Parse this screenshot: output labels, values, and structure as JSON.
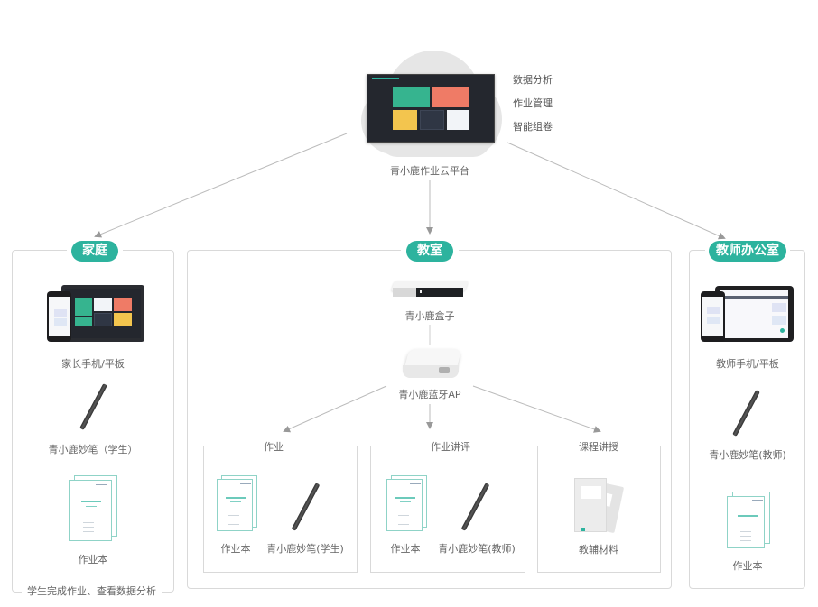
{
  "cloud": {
    "title": "青小鹿作业云平台",
    "features": [
      "数据分析",
      "作业管理",
      "智能组卷"
    ]
  },
  "colors": {
    "accent": "#2db39e",
    "tile_green": "#36b48f",
    "tile_red": "#ef7b66",
    "tile_yellow": "#f3c54e",
    "tile_dark": "#2f3644",
    "tile_white": "#f2f4f8",
    "border": "#d9d9d9",
    "arrow": "#999999"
  },
  "home": {
    "badge": "家庭",
    "devices": [
      {
        "label": "家长手机/平板",
        "icon": "phone-tablet-icon"
      },
      {
        "label": "青小鹿妙笔（学生）",
        "icon": "smart-pen-icon"
      },
      {
        "label": "作业本",
        "icon": "notebook-icon"
      }
    ],
    "footer": "学生完成作业、查看数据分析"
  },
  "classroom": {
    "badge": "教室",
    "hub": {
      "label": "青小鹿盒子",
      "icon": "set-top-box-icon"
    },
    "ap": {
      "label": "青小鹿蓝牙AP",
      "icon": "bluetooth-ap-icon"
    },
    "groups": [
      {
        "title": "作业",
        "items": [
          {
            "label": "作业本",
            "icon": "notebook-icon"
          },
          {
            "label": "青小鹿妙笔(学生)",
            "icon": "smart-pen-icon"
          }
        ]
      },
      {
        "title": "作业讲评",
        "items": [
          {
            "label": "作业本",
            "icon": "notebook-icon"
          },
          {
            "label": "青小鹿妙笔(教师)",
            "icon": "smart-pen-icon"
          }
        ]
      },
      {
        "title": "课程讲授",
        "items": [
          {
            "label": "教辅材料",
            "icon": "teaching-material-icon"
          }
        ]
      }
    ]
  },
  "office": {
    "badge": "教师办公室",
    "devices": [
      {
        "label": "教师手机/平板",
        "icon": "phone-tablet-icon"
      },
      {
        "label": "青小鹿妙笔(教师)",
        "icon": "smart-pen-icon"
      },
      {
        "label": "作业本",
        "icon": "notebook-icon"
      }
    ]
  }
}
